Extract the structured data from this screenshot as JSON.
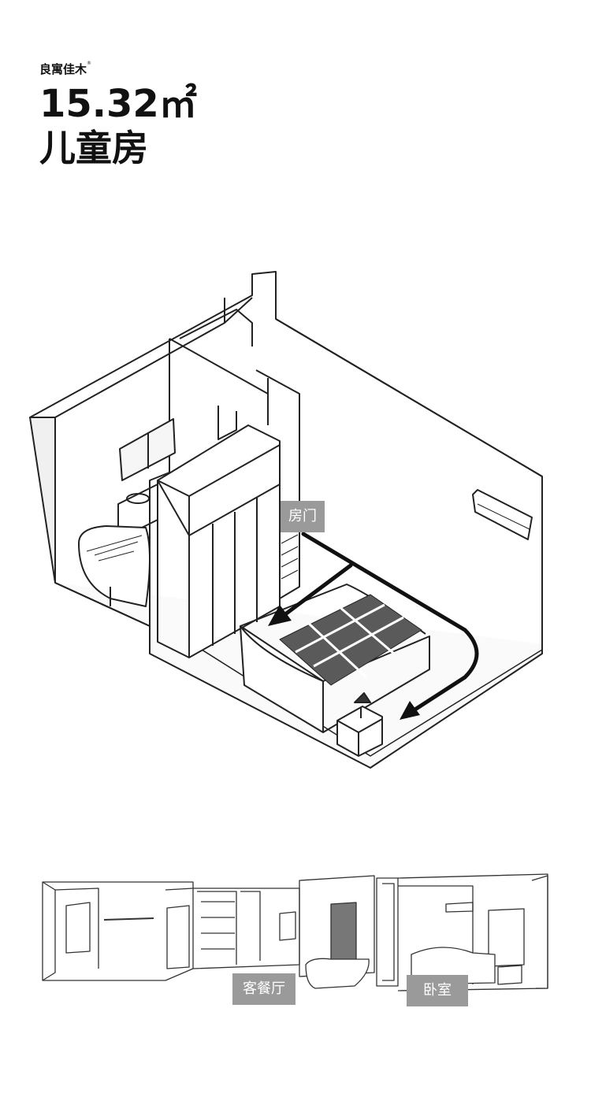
{
  "brand": {
    "name": "良寓佳木",
    "mark": "®"
  },
  "header": {
    "area": "15.32㎡",
    "room_name": "儿童房"
  },
  "labels": {
    "door": "房门",
    "living_dining": "客餐厅",
    "bedroom": "卧室"
  }
}
